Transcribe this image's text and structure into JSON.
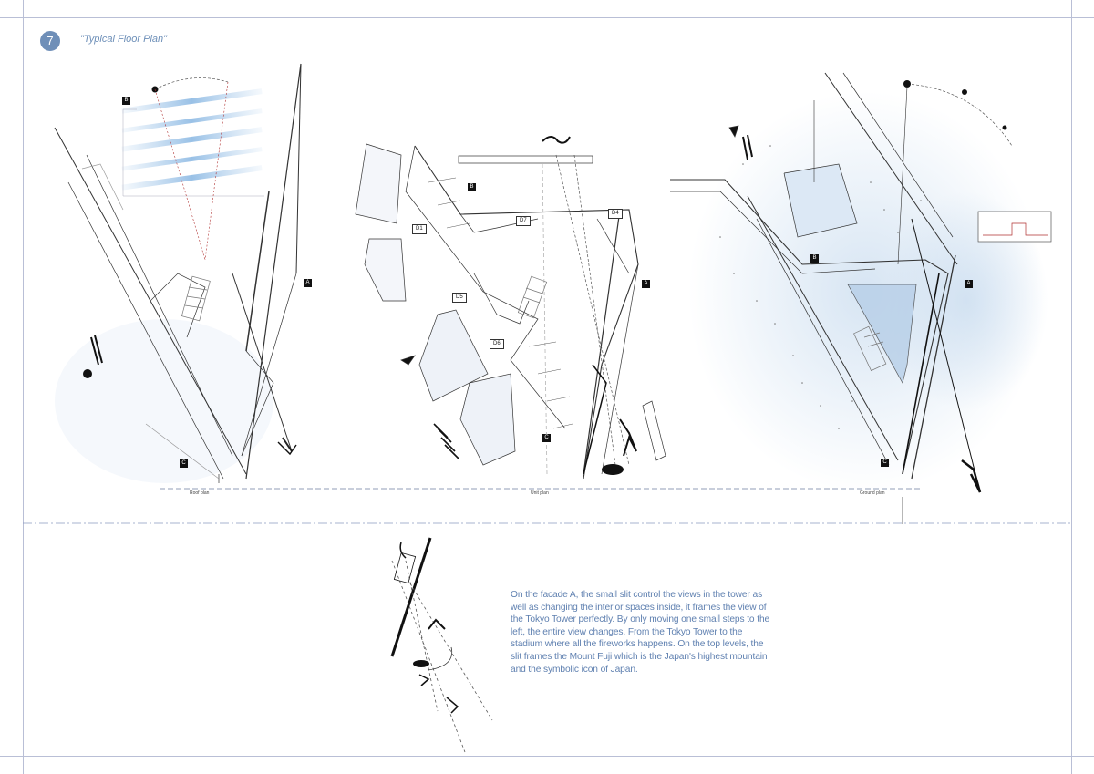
{
  "header": {
    "number": "7",
    "title": "\"Typical Floor Plan\""
  },
  "plans": {
    "roof_label": "Roof plan",
    "unit_label": "Unit plan",
    "ground_label": "Ground plan"
  },
  "markers": {
    "roof_b": "B",
    "roof_a": "A",
    "roof_c": "C",
    "unit_b": "B",
    "unit_a": "A",
    "unit_c": "C",
    "ground_b": "B",
    "ground_a": "A",
    "ground_c": "C"
  },
  "unit_tags": {
    "d1": "D1",
    "d4": "D4",
    "d5": "D5",
    "d6": "D6",
    "d7": "D7"
  },
  "description": "On the facade A, the small slit control the views in the tower as well as changing the interior spaces inside, it frames the view of the Tokyo Tower perfectly. By only moving one small steps to the left, the entire view changes, From the Tokyo Tower to the stadium where all the fireworks happens. On the top levels, the slit frames the Mount Fuji which is the Japan's highest mountain and the symbolic icon of Japan.",
  "colors": {
    "accent": "#6f8fb8",
    "text_blue": "#5f80b0",
    "frame": "#b9bfd6",
    "wash_blue": "#c9dcef"
  }
}
